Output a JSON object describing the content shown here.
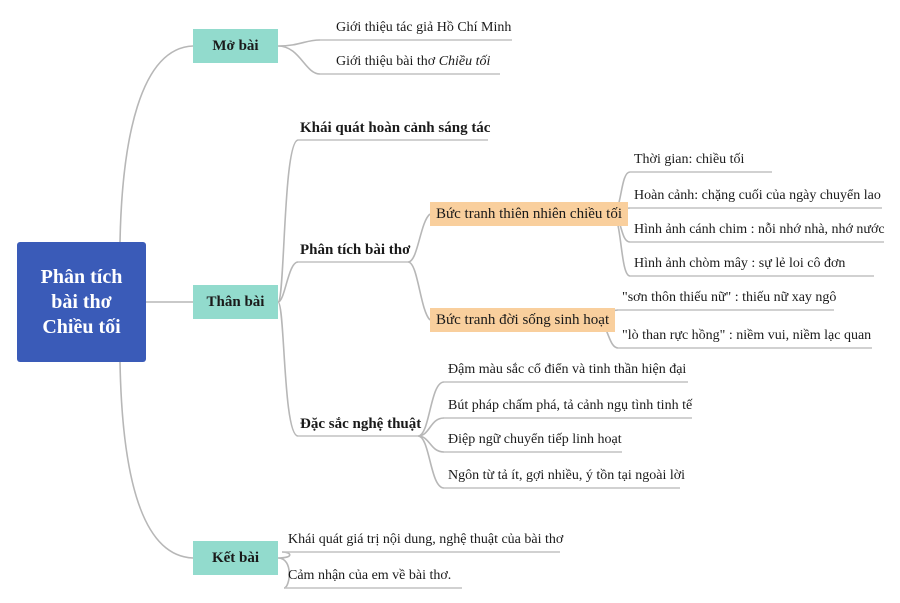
{
  "root": {
    "title": "Phân tích\nbài thơ\nChiều tối"
  },
  "mo_bai": {
    "label": "Mở bài",
    "items": [
      "Giới thiệu tác giả Hồ Chí Minh",
      "Giới thiệu bài thơ "
    ],
    "poem_title": "Chiều tối"
  },
  "than_bai": {
    "label": "Thân bài",
    "khai_quat": "Khái quát hoàn cảnh sáng tác",
    "phan_tich": {
      "label": "Phân tích bài thơ",
      "thien_nhien": {
        "label": "Bức tranh thiên nhiên chiều tối",
        "items": [
          "Thời gian: chiều tối",
          "Hoàn cảnh: chặng cuối của ngày chuyển lao",
          "Hình ảnh cánh chim : nỗi nhớ nhà, nhớ nước",
          "Hình ảnh chòm mây : sự lẻ loi cô đơn"
        ]
      },
      "doi_song": {
        "label": "Bức tranh đời sống sinh hoạt",
        "items": [
          "\"sơn thôn thiếu nữ\" : thiếu nữ xay ngô",
          "\"lò than rực hồng\" : niềm vui, niềm lạc quan"
        ]
      }
    },
    "nghe_thuat": {
      "label": "Đặc sắc nghệ thuật",
      "items": [
        "Đậm màu sắc cổ điển và tinh thần hiện đại",
        "Bút pháp chấm phá, tả cảnh ngụ tình tinh tế",
        "Điệp ngữ chuyển tiếp linh hoạt",
        "Ngôn từ tả ít, gợi nhiều, ý tồn tại ngoài lời"
      ]
    }
  },
  "ket_bai": {
    "label": "Kết bài",
    "items": [
      "Khái quát giá trị nội dung, nghệ thuật của bài thơ",
      "Cảm nhận của em về bài thơ."
    ]
  },
  "colors": {
    "root_fill": "#3a5bb8",
    "section_fill": "#92dbcd",
    "picture_fill": "#f9cf9d",
    "connector": "#b7b7b7"
  }
}
